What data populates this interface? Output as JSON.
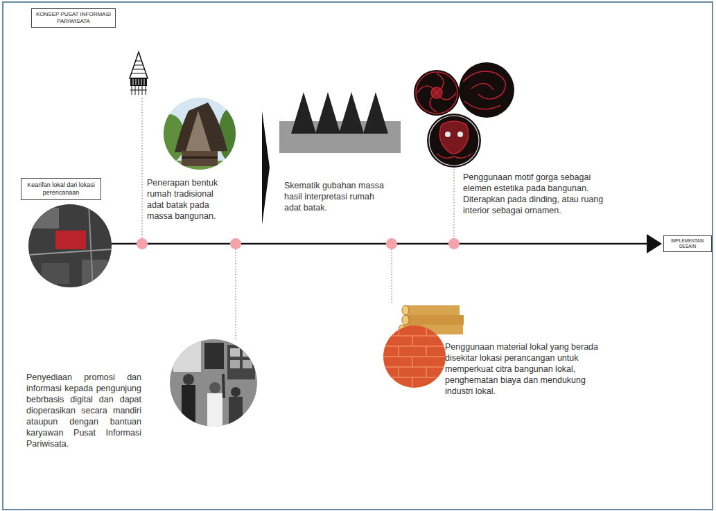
{
  "diagram": {
    "title": "KONSEP PUSAT INFORMASI PARIWISATA",
    "nodes": [
      {
        "text": [
          "Kearifan lokal dari lokasi perencanaan"
        ]
      },
      {
        "text": [
          "IMPLEMENTASI DESAIN"
        ]
      }
    ],
    "edges": [
      {
        "from": 0,
        "to": 1,
        "arrow": "to"
      }
    ],
    "labels": [
      "Penerapan bentuk rumah tradisional adat batak pada massa bangunan.",
      "Skematik gubahan massa hasil interpretasi rumah adat batak.",
      "Penggunaan motif gorga sebagai elemen estetika pada bangunan. Diterapkan pada dinding, atau ruang interior sebagai ornamen.",
      "Penyediaan promosi dan informasi kepada pengunjung bebrbasis digital dan dapat dioperasikan secara mandiri ataupun dengan bantuan karyawan Pusat Informasi Pariwisata.",
      "Penggunaan material lokal yang berada disekitar lokasi perancangan untuk memperkuat citra bangunan lokal, penghematan biaya dan mendukung industri lokal."
    ]
  }
}
